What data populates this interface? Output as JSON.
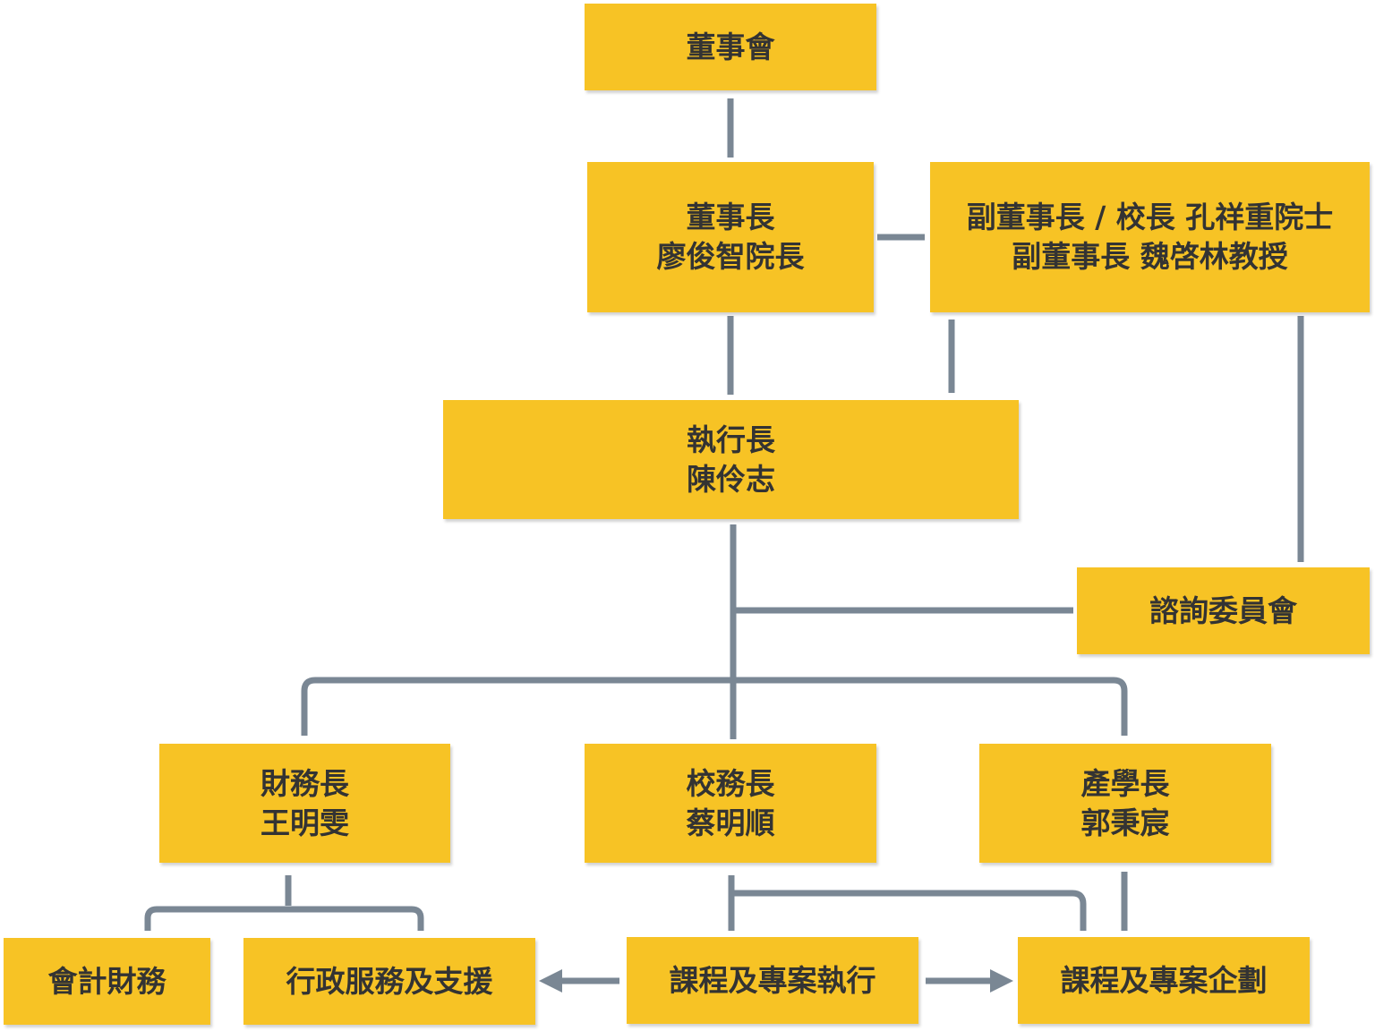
{
  "colors": {
    "box": "#F7C325",
    "line": "#7A8794",
    "text": "#333333"
  },
  "nodes": {
    "board": {
      "line1": "董事會"
    },
    "chairman": {
      "line1": "董事長",
      "line2": "廖俊智院長"
    },
    "vice_chairman": {
      "line1": "副董事長 / 校長 孔祥重院士",
      "line2": "副董事長 魏啓林教授"
    },
    "ceo": {
      "line1": "執行長",
      "line2": "陳伶志"
    },
    "advisory": {
      "line1": "諮詢委員會"
    },
    "cfo": {
      "line1": "財務長",
      "line2": "王明雯"
    },
    "provost": {
      "line1": "校務長",
      "line2": "蔡明順"
    },
    "industry": {
      "line1": "產學長",
      "line2": "郭秉宸"
    },
    "accounting": {
      "line1": "會計財務"
    },
    "admin": {
      "line1": "行政服務及支援"
    },
    "course_exec": {
      "line1": "課程及專案執行"
    },
    "course_plan": {
      "line1": "課程及專案企劃"
    }
  }
}
